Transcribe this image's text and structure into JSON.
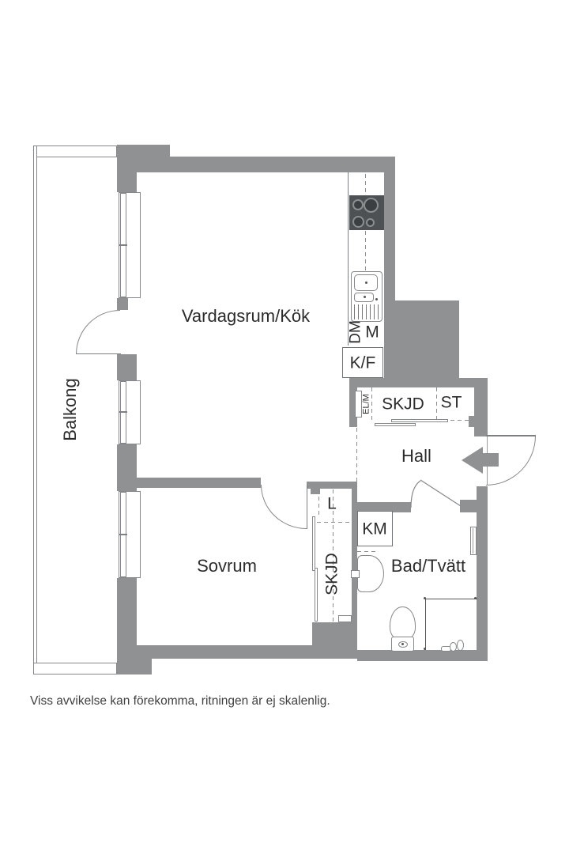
{
  "plan": {
    "rooms": {
      "living": "Vardagsrum/Kök",
      "bedroom": "Sovrum",
      "hall": "Hall",
      "bath": "Bad/Tvätt",
      "balcony": "Balkong"
    },
    "closets": {
      "hall_skjd": "SKJD",
      "hall_st": "ST",
      "elm": "EL/M",
      "bed_l": "L",
      "bed_skjd": "SKJD",
      "km": "KM",
      "kf": "K/F",
      "dm": "DM",
      "m": "M"
    },
    "disclaimer": "Viss avvikelse kan förekomma, ritningen är ej skalenlig.",
    "colors": {
      "wall": "#8f9193",
      "stove": "#4e5153",
      "line": "#85878a",
      "text": "#2c2c2c"
    }
  }
}
